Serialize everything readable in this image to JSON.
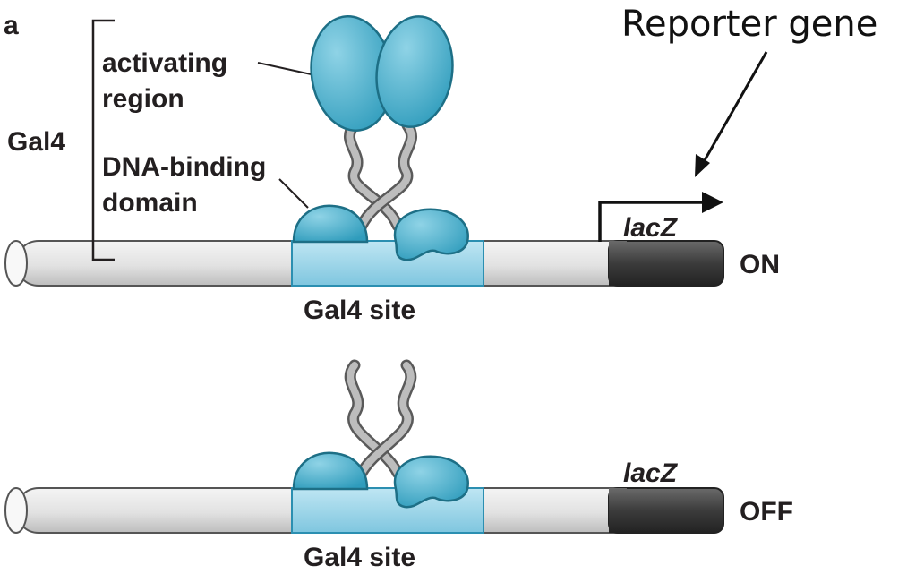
{
  "panel_letter": "a",
  "labels": {
    "activating_region_line1": "activating",
    "activating_region_line2": "region",
    "gal4": "Gal4",
    "dna_binding_line1": "DNA-binding",
    "dna_binding_line2": "domain",
    "reporter_gene": "Reporter gene",
    "lacz_top": "lacZ",
    "lacz_bottom": "lacZ",
    "on": "ON",
    "off": "OFF",
    "gal4_site_top": "Gal4 site",
    "gal4_site_bottom": "Gal4 site"
  },
  "colors": {
    "protein_fill": "#4fb3cf",
    "protein_stroke": "#1d6f86",
    "site_fill": "#a8dced",
    "dna_fill": "#e6e6e6",
    "lacz_fill": "#4a4a4a",
    "linker": "#8a8a8a"
  }
}
